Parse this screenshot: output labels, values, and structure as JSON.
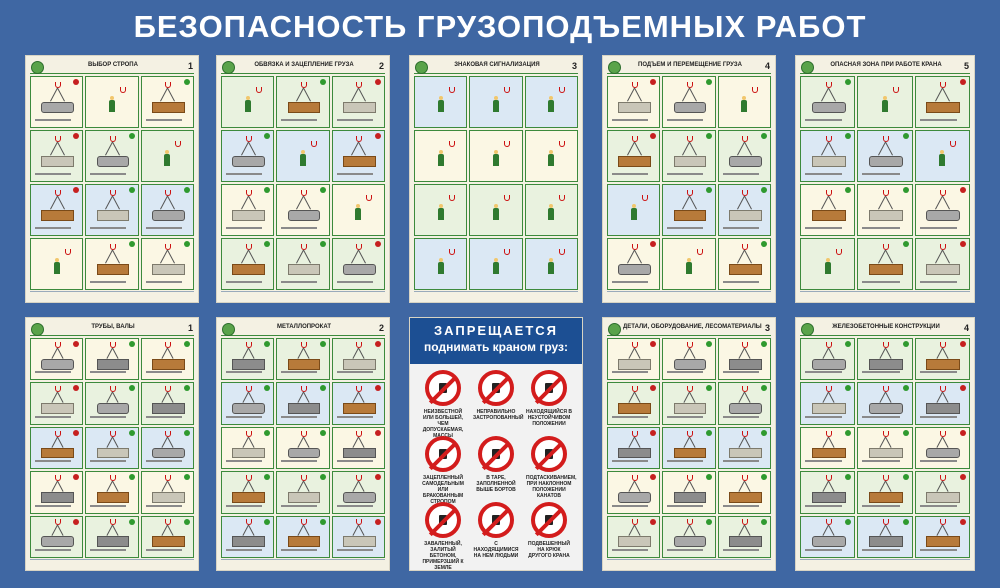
{
  "page": {
    "title": "БЕЗОПАСНОСТЬ ГРУЗОПОДЪЕМНЫХ РАБОТ"
  },
  "colors": {
    "background": "#3f67a3",
    "poster_frame": "#3c8a3c",
    "forbid_header": "#1c4f93",
    "forbid_sign": "#d31c1c"
  },
  "top_row": [
    {
      "title": "ВЫБОР СТРОПА",
      "number": "1"
    },
    {
      "title": "ОБВЯЗКА И ЗАЦЕПЛЕНИЕ ГРУЗА",
      "number": "2"
    },
    {
      "title": "ЗНАКОВАЯ СИГНАЛИЗАЦИЯ",
      "number": "3"
    },
    {
      "title": "ПОДЪЕМ И ПЕРЕМЕЩЕНИЕ ГРУЗА",
      "number": "4"
    },
    {
      "title": "ОПАСНАЯ ЗОНА ПРИ РАБОТЕ КРАНА",
      "number": "5"
    }
  ],
  "bottom_row": [
    {
      "title": "ТРУБЫ, ВАЛЫ",
      "number": "1"
    },
    {
      "title": "МЕТАЛЛОПРОКАТ",
      "number": "2"
    },
    null,
    {
      "title": "ДЕТАЛИ, ОБОРУДОВАНИЕ, ЛЕСОМАТЕРИАЛЫ",
      "number": "3"
    },
    {
      "title": "ЖЕЛЕЗОБЕТОННЫЕ КОНСТРУКЦИИ",
      "number": "4"
    }
  ],
  "forbidden": {
    "heading": "ЗАПРЕЩАЕТСЯ",
    "subheading": "поднимать краном груз:",
    "signs": [
      {
        "text": "НЕИЗВЕСТНОЙ ИЛИ БОЛЬШЕЙ, ЧЕМ ДОПУСКАЕМАЯ, МАССЫ",
        "icon": "question-weight-icon"
      },
      {
        "text": "НЕПРАВИЛЬНО ЗАСТРОПОВАННЫЙ",
        "icon": "bad-sling-icon"
      },
      {
        "text": "НАХОДЯЩИЙСЯ В НЕУСТОЙЧИВОМ ПОЛОЖЕНИИ",
        "icon": "unstable-load-icon"
      },
      {
        "text": "ЗАЦЕПЛЕННЫЙ САМОДЕЛЬНЫМ ИЛИ БРАКОВАННЫМ СТРОПОМ",
        "icon": "hook-icon"
      },
      {
        "text": "В ТАРЕ, ЗАПОЛНЕННОЙ ВЫШЕ БОРТОВ",
        "icon": "overfilled-container-icon"
      },
      {
        "text": "ПОДТАСКИВАНИЕМ, ПРИ НАКЛОННОМ ПОЛОЖЕНИИ КАНАТОВ",
        "icon": "dragging-icon"
      },
      {
        "text": "ЗАВАЛЕННЫЙ, ЗАЛИТЫЙ БЕТОНОМ, ПРИМЕРЗШИЙ К ЗЕМЛЕ",
        "icon": "frozen-load-icon"
      },
      {
        "text": "С НАХОДЯЩИМИСЯ НА НЕМ ЛЮДЬМИ",
        "icon": "person-on-load-icon"
      },
      {
        "text": "ПОДВЕШЕННЫЙ НА КРЮК ДРУГОГО КРАНА",
        "icon": "double-hook-icon"
      }
    ]
  }
}
